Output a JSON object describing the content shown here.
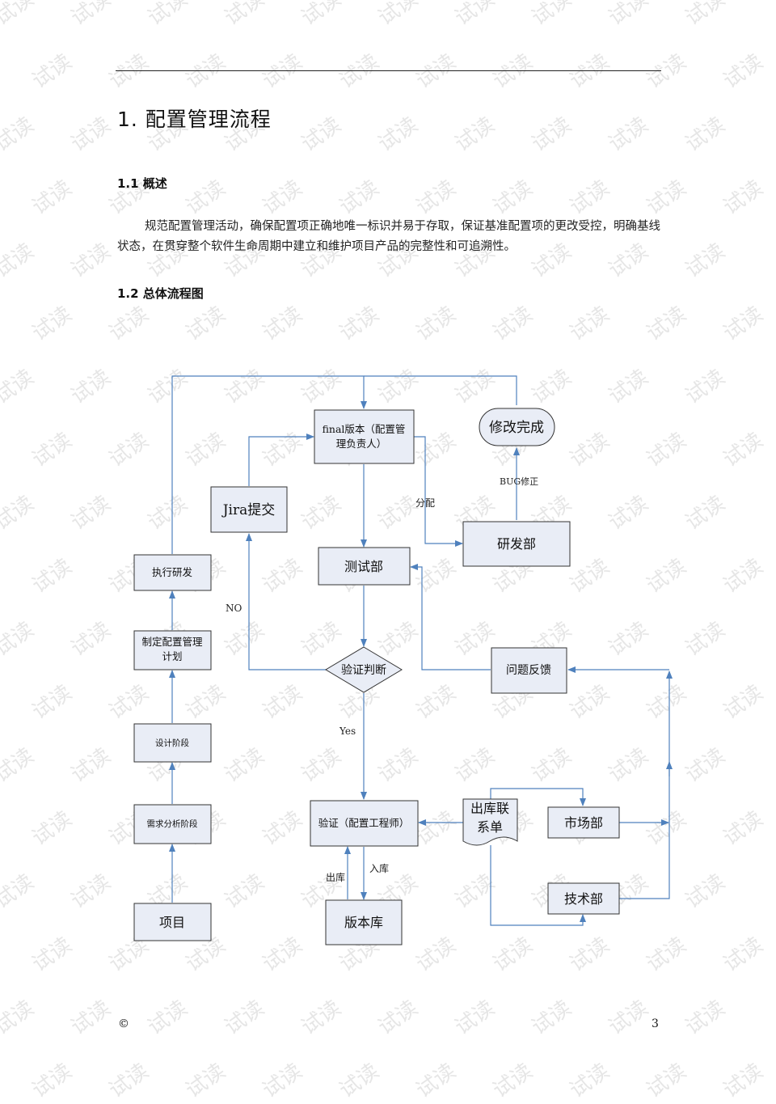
{
  "watermark": "试读",
  "heading": "1. 配置管理流程",
  "sections": [
    {
      "title": "1.1 概述"
    },
    {
      "title": "1.2 总体流程图"
    }
  ],
  "paragraph": "规范配置管理活动，确保配置项正确地唯一标识并易于存取，保证基准配置项的更改受控，明确基线状态，在贯穿整个软件生命周期中建立和维护项目产品的完整性和可追溯性。",
  "flowchart": {
    "nodes": {
      "final_line1": "final版本（配置管",
      "final_line2": "理负责人）",
      "modify_done": "修改完成",
      "jira": "Jira提交",
      "rd": "研发部",
      "test": "测试部",
      "exec_rd": "执行研发",
      "plan_line1": "制定配置管理",
      "plan_line2": "计划",
      "verify_judge": "验证判断",
      "feedback": "问题反馈",
      "design": "设计阶段",
      "verify": "验证（配置工程师）",
      "outbound_line1": "出库联",
      "outbound_line2": "系单",
      "market": "市场部",
      "requirements": "需求分析阶段",
      "tech": "技术部",
      "project": "项目",
      "repo": "版本库"
    },
    "edge_labels": {
      "bug_fix": "BUG修正",
      "assign": "分配",
      "no": "NO",
      "yes": "Yes",
      "checkout": "出库",
      "checkin": "入库"
    }
  },
  "footer": {
    "copyright": "©",
    "page_number": "3"
  }
}
